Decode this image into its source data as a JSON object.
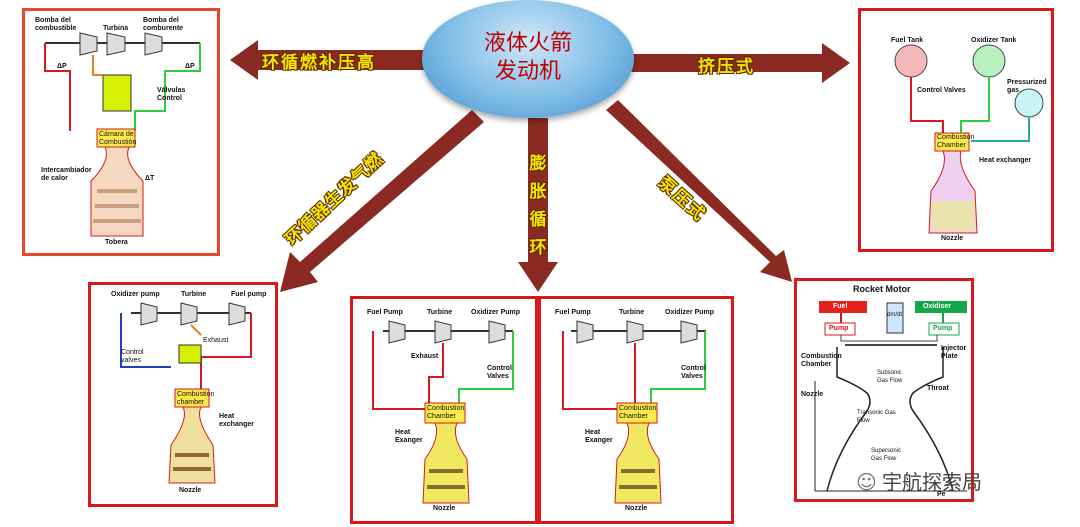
{
  "center": {
    "line1": "液体火箭",
    "line2": "发动机"
  },
  "arrows": {
    "staged": "环循燃补压高",
    "pressure": "挤压式",
    "gas_generator": "环循器生发气燃",
    "expander": [
      "膨",
      "胀",
      "循",
      "环"
    ],
    "pump": "泵压式"
  },
  "panel_staged": {
    "fuel_pump": "Bomba del combustible",
    "turbine": "Turbina",
    "ox_pump": "Bomba del comburente",
    "dp_left": "ΔP",
    "dp_right": "ΔP",
    "valves": "Válvulas Control",
    "chamber": "Cámara de Combustión",
    "hx": "Intercambiador de calor",
    "dt": "ΔT",
    "nozzle": "Tobera"
  },
  "panel_pressure": {
    "fuel_tank": "Fuel Tank",
    "ox_tank": "Oxidizer Tank",
    "valves": "Control Valves",
    "gas": "Pressurized gas",
    "chamber": "Combustion Chamber",
    "hx": "Heat exchanger",
    "nozzle": "Nozzle"
  },
  "panel_gasgen": {
    "ox_pump": "Oxidizer pump",
    "turbine": "Turbine",
    "fuel_pump": "Fuel pump",
    "exhaust": "Exhaust",
    "valves": "Control valves",
    "chamber": "Combustion chamber",
    "hx": "Heat exchanger",
    "nozzle": "Nozzle"
  },
  "panel_expander_a": {
    "fuel_pump": "Fuel Pump",
    "turbine": "Turbine",
    "ox_pump": "Oxidizer Pump",
    "exhaust": "Exhaust",
    "valves": "Control Valves",
    "chamber": "Combustion Chamber",
    "hx": "Heat Exanger",
    "nozzle": "Nozzle"
  },
  "panel_expander_b": {
    "fuel_pump": "Fuel Pump",
    "turbine": "Turbine",
    "ox_pump": "Oxidizer Pump",
    "valves": "Control Valves",
    "chamber": "Combustion Chamber",
    "hx": "Heat Exanger",
    "nozzle": "Nozzle"
  },
  "panel_motor": {
    "title": "Rocket Motor",
    "fuel": "Fuel",
    "oxidiser": "Oxidiser",
    "pump_l": "Pump",
    "pump_r": "Pump",
    "dmdt": "dm/dt",
    "cc": "Combustion Chamber",
    "injector": "Injector Plate",
    "subsonic": "Subsonic Gas Flow",
    "throat": "Throat",
    "nozzle": "Nozzle",
    "transonic": "Transonic Gas Flow",
    "supersonic": "Supersonic Gas Flow",
    "pe": "Pe"
  },
  "watermark": "宇航探索局",
  "colors": {
    "frame": "#d7191c",
    "arrow_text": "#f5e400",
    "center_text": "#c00000",
    "fuel_line": "#d7191c",
    "ox_line": "#2ecc40"
  }
}
